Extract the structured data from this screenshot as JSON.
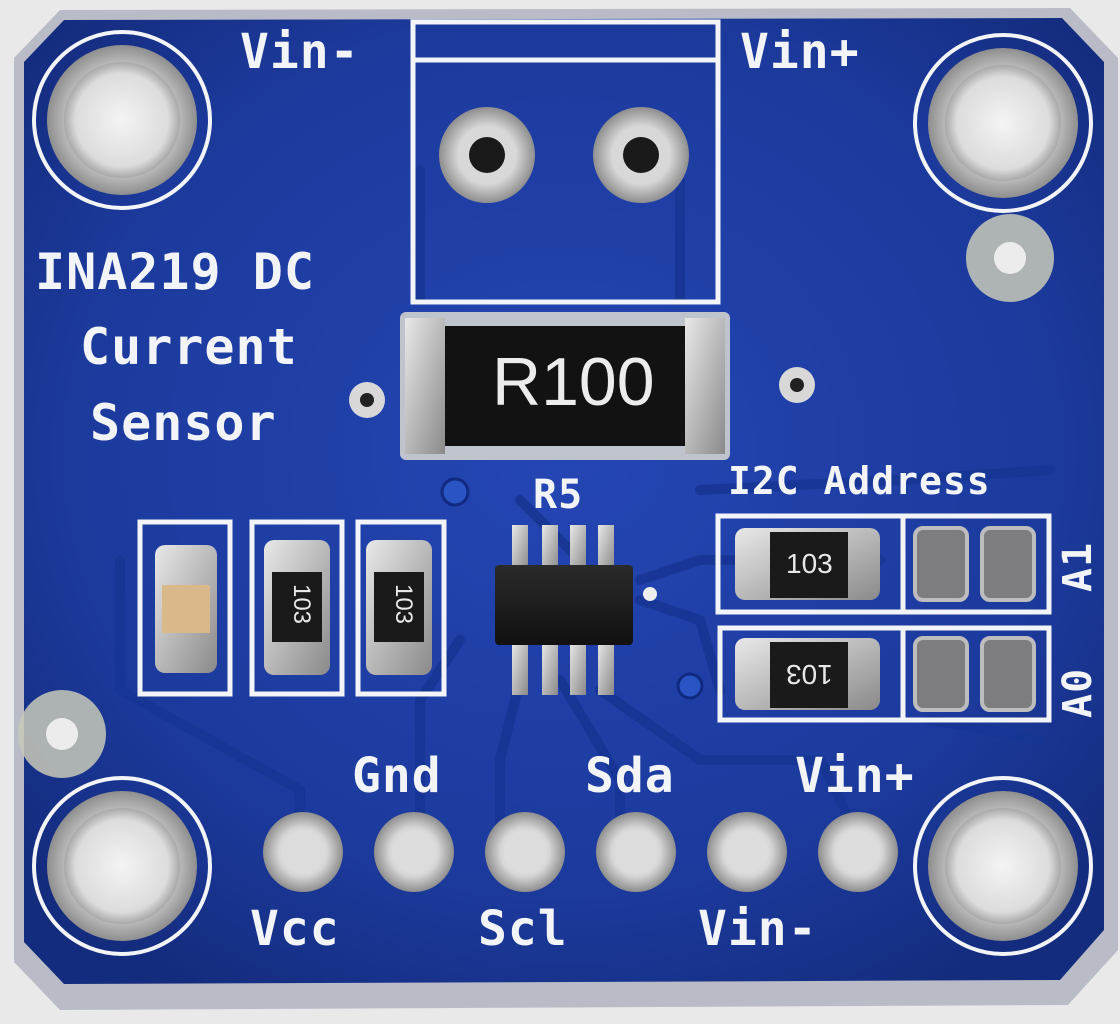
{
  "board": {
    "title_line1": "INA219 DC",
    "title_line2": "Current",
    "title_line3": "Sensor",
    "top_left_label": "Vin-",
    "top_right_label": "Vin+",
    "shunt_marking": "R100",
    "ref_designator": "R5",
    "i2c_label": "I2C Address",
    "a1_label": "A1",
    "a0_label": "A0",
    "resistor_a1_marking": "103",
    "resistor_a0_marking": "103",
    "cap_marking_1": "103",
    "cap_marking_2": "103",
    "header_top_labels": [
      "Gnd",
      "Sda",
      "Vin+"
    ],
    "header_bottom_labels": [
      "Vcc",
      "Scl",
      "Vin-"
    ]
  },
  "colors": {
    "pcb": "#1c3a9c",
    "silkscreen": "#f2f4f8",
    "pad": "#c9c9c9",
    "background": "#e9e9ea"
  }
}
